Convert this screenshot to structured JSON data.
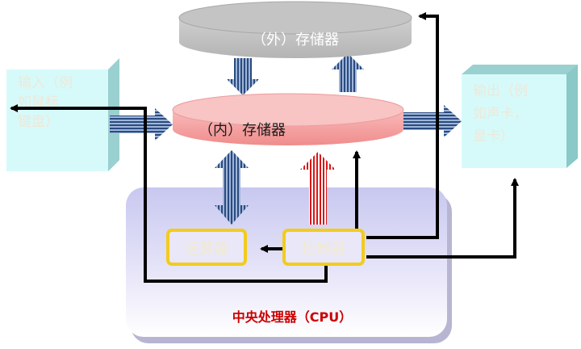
{
  "external_memory": {
    "label": "（外）存储器"
  },
  "internal_memory": {
    "label": "（内）存储器"
  },
  "input_device": {
    "lines": [
      "输入（例",
      "如鼠标",
      "键盘）"
    ]
  },
  "output_device": {
    "lines": [
      "输出（例",
      "如声卡，",
      "显卡）"
    ]
  },
  "alu": {
    "label": "运算器"
  },
  "control_unit": {
    "label": "控制器"
  },
  "cpu": {
    "label": "中央处理器（CPU）"
  },
  "colors": {
    "external_memory": "#c8c8c8",
    "internal_memory": "#f6aaaa",
    "io_face": "#d6fafa",
    "cpu_panel": "#dedcf6",
    "unit_border": "#f2cc1c",
    "unit_text": "#f2ead0",
    "io_text": "#f0ecdc",
    "cpu_text": "#cc0000",
    "data_arrow": "#3a5a8c",
    "control_arrow": "#d81818",
    "signal_line": "#000000"
  }
}
